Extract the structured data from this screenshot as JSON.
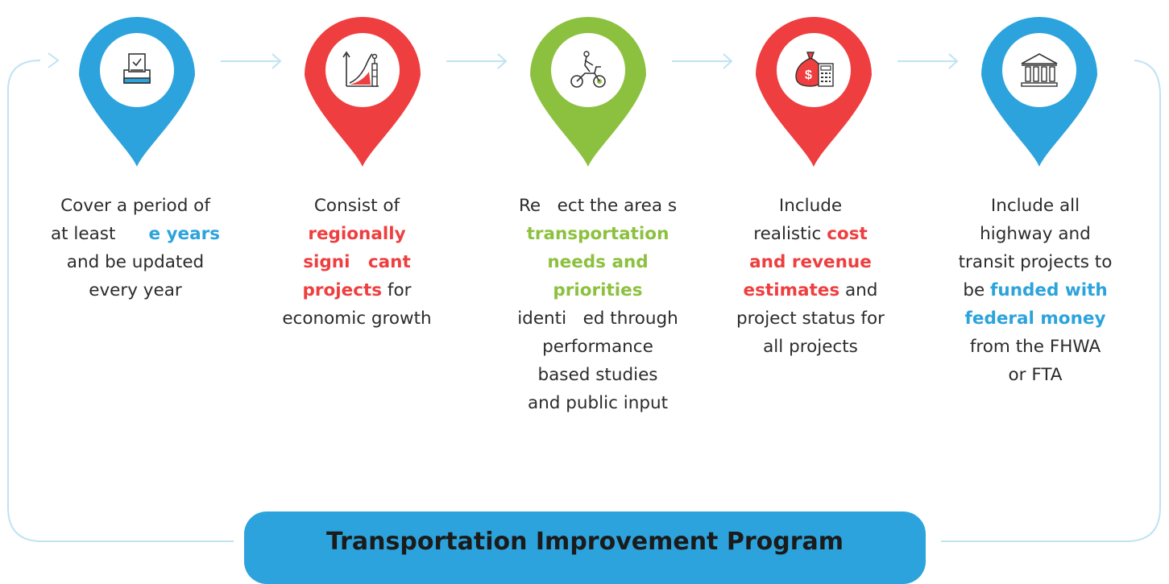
{
  "colors": {
    "blue": "#2ca3dc",
    "red": "#ef3e3f",
    "green": "#8cc13f",
    "line": "#bfe3f3",
    "text": "#2b2b2b"
  },
  "steps": [
    {
      "pin_color": "blue",
      "icon": "ballot-box-icon",
      "lines": [
        [
          {
            "t": "Cover a period of"
          }
        ],
        [
          {
            "t": "at least      "
          },
          {
            "t": "e years",
            "hl": "blue"
          }
        ],
        [
          {
            "t": "and be updated"
          }
        ],
        [
          {
            "t": "every year"
          }
        ]
      ]
    },
    {
      "pin_color": "red",
      "icon": "growth-chart-icon",
      "lines": [
        [
          {
            "t": "Consist of"
          }
        ],
        [
          {
            "t": "regionally",
            "hl": "red"
          }
        ],
        [
          {
            "t": "signi   cant",
            "hl": "red"
          }
        ],
        [
          {
            "t": "projects",
            "hl": "red"
          },
          {
            "t": " for"
          }
        ],
        [
          {
            "t": "economic growth"
          }
        ]
      ]
    },
    {
      "pin_color": "green",
      "icon": "scooter-rider-icon",
      "lines": [
        [
          {
            "t": "Re   ect the area s"
          }
        ],
        [
          {
            "t": "transportation",
            "hl": "green"
          }
        ],
        [
          {
            "t": "needs and",
            "hl": "green"
          }
        ],
        [
          {
            "t": "priorities",
            "hl": "green"
          }
        ],
        [
          {
            "t": "identi   ed through"
          }
        ],
        [
          {
            "t": "performance"
          }
        ],
        [
          {
            "t": "based studies"
          }
        ],
        [
          {
            "t": "and public input"
          }
        ]
      ]
    },
    {
      "pin_color": "red",
      "icon": "money-bag-calculator-icon",
      "lines": [
        [
          {
            "t": "Include"
          }
        ],
        [
          {
            "t": "realistic "
          },
          {
            "t": "cost",
            "hl": "red"
          }
        ],
        [
          {
            "t": "and revenue",
            "hl": "red"
          }
        ],
        [
          {
            "t": "estimates",
            "hl": "red"
          },
          {
            "t": " and"
          }
        ],
        [
          {
            "t": "project status for"
          }
        ],
        [
          {
            "t": "all projects"
          }
        ]
      ]
    },
    {
      "pin_color": "blue",
      "icon": "government-building-icon",
      "lines": [
        [
          {
            "t": "Include all"
          }
        ],
        [
          {
            "t": "highway and"
          }
        ],
        [
          {
            "t": "transit projects to"
          }
        ],
        [
          {
            "t": "be "
          },
          {
            "t": "funded with",
            "hl": "blue"
          }
        ],
        [
          {
            "t": "federal money",
            "hl": "blue"
          }
        ],
        [
          {
            "t": "from the FHWA"
          }
        ],
        [
          {
            "t": "or FTA"
          }
        ]
      ]
    }
  ],
  "banner": {
    "title": "Transportation Improvement Program"
  }
}
